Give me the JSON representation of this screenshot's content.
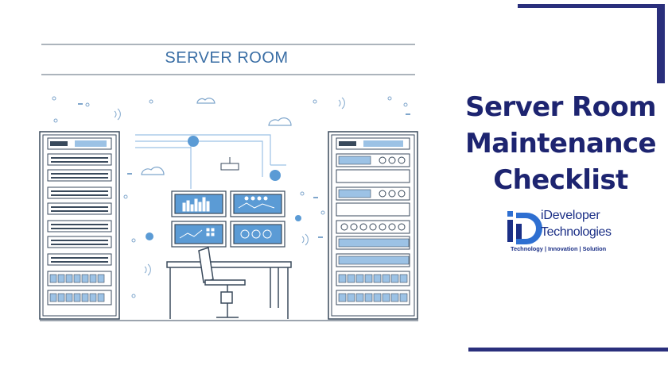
{
  "illustration": {
    "heading": "SERVER ROOM",
    "icons": [
      "server-rack-icon",
      "monitor-icon",
      "office-chair-icon",
      "desk-icon",
      "cloud-icon",
      "wifi-icon",
      "router-icon"
    ]
  },
  "title": {
    "line1": "Server Room",
    "line2": "Maintenance",
    "line3": "Checklist"
  },
  "logo": {
    "line1": "iDeveloper",
    "line2": "Technologies",
    "tagline": "Technology | Innovation | Solution"
  },
  "colors": {
    "brand_navy": "#1d2470",
    "accent_bar": "#2a2f7c",
    "illustration_blue": "#5b9bd5",
    "illustration_line": "#3a4a5c"
  }
}
